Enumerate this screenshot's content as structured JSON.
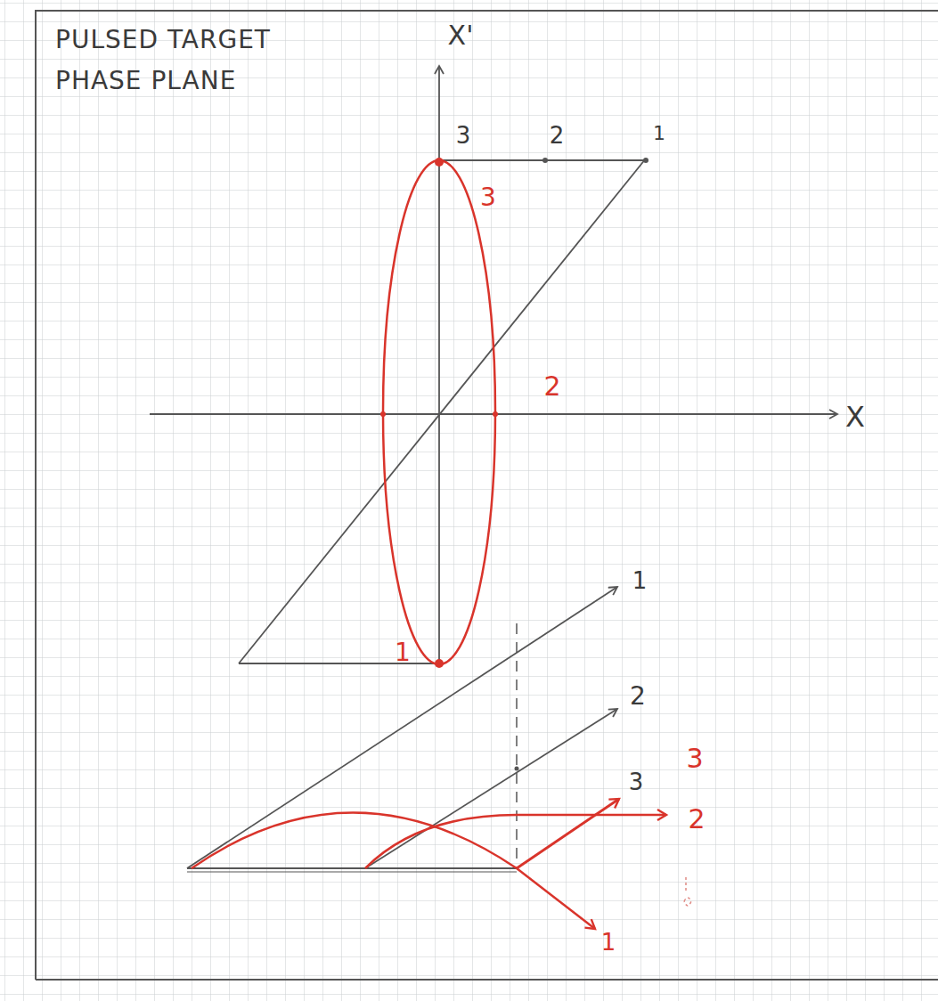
{
  "diagram": {
    "title": "PULSED TARGET PHASE PLANE",
    "labels": [
      "X'",
      "X",
      "3",
      "2",
      "1",
      "3",
      "2",
      "1",
      "1",
      "2",
      "3",
      "3",
      "2",
      "1"
    ]
  }
}
